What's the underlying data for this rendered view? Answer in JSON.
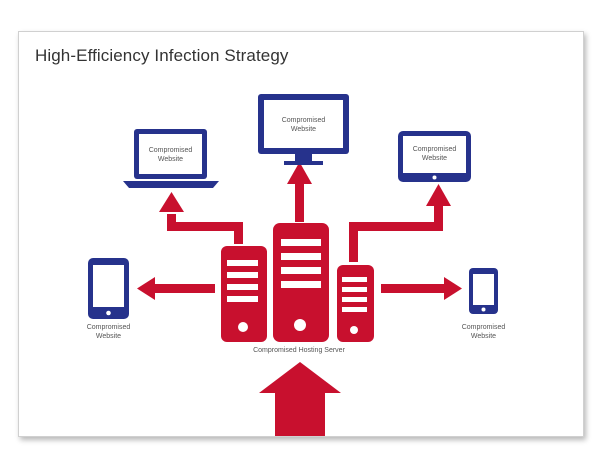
{
  "title": "High-Efficiency Infection Strategy",
  "center_label": "Compromised Hosting Server",
  "device_label_line1": "Compromised",
  "device_label_line2": "Website",
  "devices": [
    {
      "type": "tablet",
      "label_line1": "Compromised",
      "label_line2": "Website"
    },
    {
      "type": "laptop",
      "label_line1": "Compromised",
      "label_line2": "Website"
    },
    {
      "type": "monitor",
      "label_line1": "Compromised",
      "label_line2": "Website"
    },
    {
      "type": "tablet-landscape",
      "label_line1": "Compromised",
      "label_line2": "Website"
    },
    {
      "type": "phone",
      "label_line1": "Compromised",
      "label_line2": "Website"
    }
  ],
  "colors": {
    "server_red": "#c8102e",
    "device_blue": "#26328c",
    "label_gray": "#555555",
    "title_gray": "#333333"
  },
  "icons": [
    "server-icon",
    "laptop-icon",
    "monitor-icon",
    "tablet-icon",
    "phone-icon",
    "arrow-icon"
  ]
}
